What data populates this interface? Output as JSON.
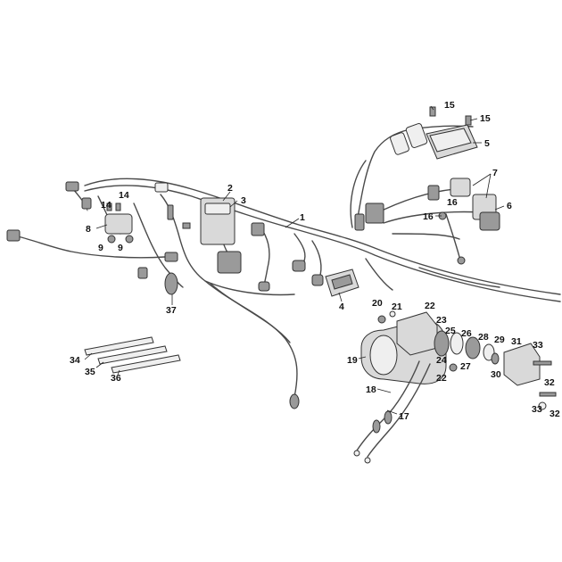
{
  "callouts": {
    "c1": "1",
    "c2": "2",
    "c3": "3",
    "c4": "4",
    "c5": "5",
    "c6": "6",
    "c7": "7",
    "c8": "8",
    "c9a": "9",
    "c9b": "9",
    "c14a": "14",
    "c14b": "14",
    "c15a": "15",
    "c15b": "15",
    "c16a": "16",
    "c16b": "16",
    "c17": "17",
    "c18": "18",
    "c19": "19",
    "c20": "20",
    "c21": "21",
    "c22a": "22",
    "c22b": "22",
    "c23": "23",
    "c24": "24",
    "c25": "25",
    "c26": "26",
    "c27": "27",
    "c28": "28",
    "c29": "29",
    "c30": "30",
    "c31": "31",
    "c32a": "32",
    "c32b": "32",
    "c33a": "33",
    "c33b": "33",
    "c34": "34",
    "c35": "35",
    "c36": "36",
    "c37": "37"
  }
}
